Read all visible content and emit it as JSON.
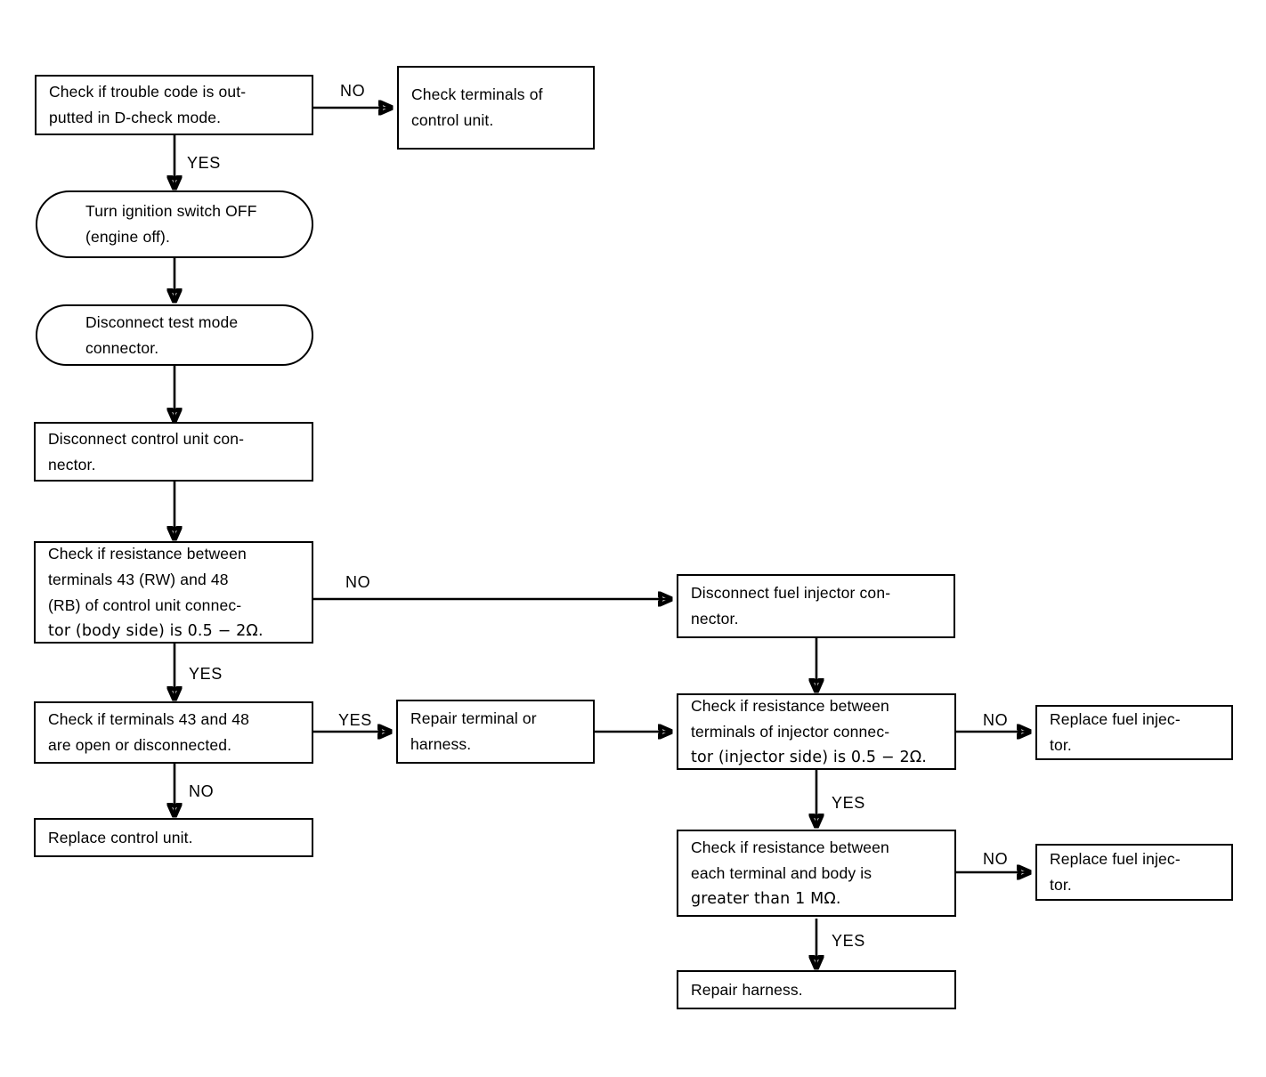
{
  "diagram": {
    "title": "Fuel injector circuit diagnostic flowchart",
    "type": "flowchart",
    "background_color": "#ffffff",
    "line_color": "#000000"
  },
  "nodes": {
    "check_trouble_code": {
      "shape": "rect",
      "lines": [
        "Check if trouble code is out-",
        "putted in D-check mode."
      ]
    },
    "check_terminals_control_unit": {
      "shape": "rect",
      "lines": [
        "Check terminals of",
        "control unit."
      ]
    },
    "turn_ignition_off": {
      "shape": "stadium",
      "lines": [
        "Turn ignition switch OFF",
        "(engine off)."
      ]
    },
    "disconnect_test_mode": {
      "shape": "stadium",
      "lines": [
        "Disconnect test mode",
        "connector."
      ]
    },
    "disconnect_control_unit_connector": {
      "shape": "rect",
      "lines": [
        "Disconnect control unit con-",
        "nector."
      ]
    },
    "check_resistance_control_unit": {
      "shape": "rect",
      "lines": [
        "Check if resistance between",
        "terminals 43 (RW) and 48",
        "(RB) of control unit connec-",
        "tor (body side) is 0.5 − 2Ω."
      ]
    },
    "check_terminals_open": {
      "shape": "rect",
      "lines": [
        "Check if terminals 43 and 48",
        "are open or disconnected."
      ]
    },
    "replace_control_unit": {
      "shape": "rect",
      "lines": [
        "Replace control unit."
      ]
    },
    "repair_terminal_or_harness": {
      "shape": "rect",
      "lines": [
        "Repair terminal or",
        "harness."
      ]
    },
    "disconnect_fuel_injector_connector": {
      "shape": "rect",
      "lines": [
        "Disconnect fuel injector con-",
        "nector."
      ]
    },
    "check_resistance_injector": {
      "shape": "rect",
      "lines": [
        "Check if resistance between",
        "terminals of injector connec-",
        "tor (injector side) is 0.5 − 2Ω."
      ]
    },
    "replace_fuel_injector_1": {
      "shape": "rect",
      "lines": [
        "Replace fuel injec-",
        "tor."
      ]
    },
    "check_resistance_body": {
      "shape": "rect",
      "lines": [
        "Check if resistance between",
        "each terminal and body is",
        "greater than 1 MΩ."
      ]
    },
    "replace_fuel_injector_2": {
      "shape": "rect",
      "lines": [
        "Replace fuel injec-",
        "tor."
      ]
    },
    "repair_harness": {
      "shape": "rect",
      "lines": [
        "Repair harness."
      ]
    }
  },
  "edge_labels": {
    "trouble_code_no": "NO",
    "trouble_code_yes": "YES",
    "resistance_control_unit_no": "NO",
    "resistance_control_unit_yes": "YES",
    "terminals_open_yes": "YES",
    "terminals_open_no": "NO",
    "resistance_injector_no": "NO",
    "resistance_injector_yes": "YES",
    "resistance_body_no": "NO",
    "resistance_body_yes": "YES"
  }
}
